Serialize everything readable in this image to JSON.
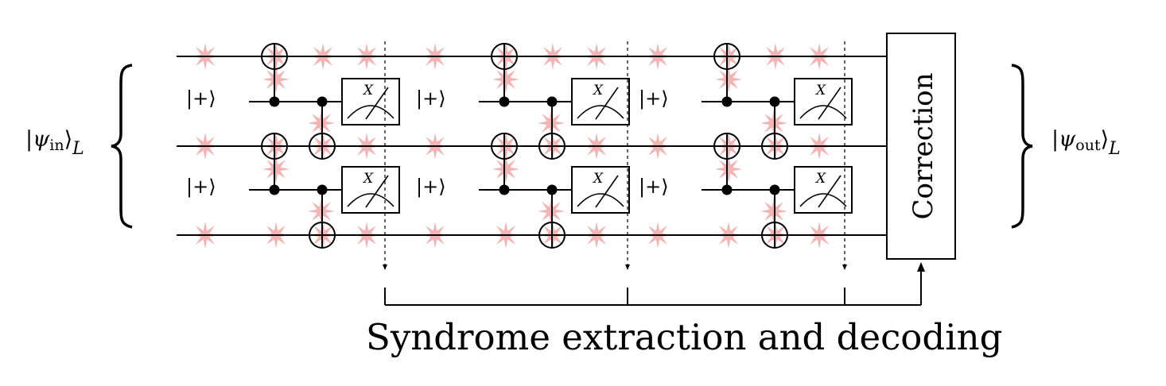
{
  "input_state": {
    "bra": "|",
    "psi": "ψ",
    "sub": "in",
    "close": "⟩",
    "logical": "L"
  },
  "output_state": {
    "bra": "|",
    "psi": "ψ",
    "sub": "out",
    "close": "⟩",
    "logical": "L"
  },
  "ancilla_label": "|+⟩",
  "measure_basis": "X",
  "correction_label": "Correction",
  "caption": "Syndrome extraction and decoding",
  "colors": {
    "noise": "#f1a7a7",
    "line": "#000000"
  },
  "rounds": 3
}
